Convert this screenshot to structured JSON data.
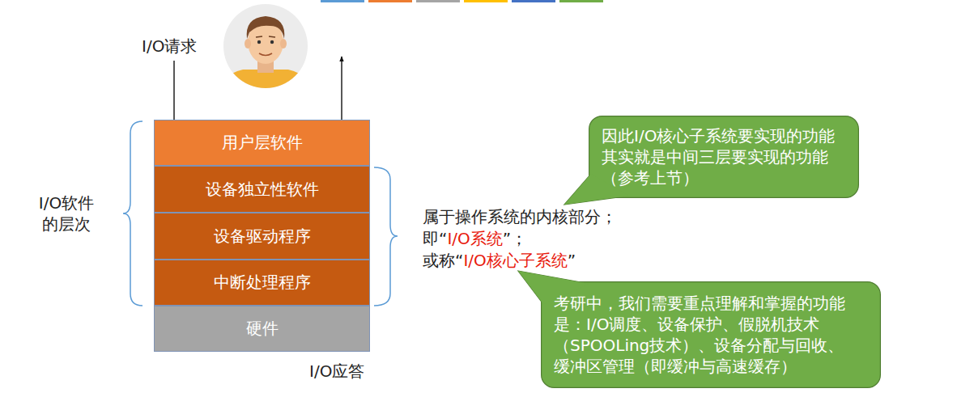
{
  "diagram": {
    "nodes": [
      {
        "text": [
          "用户层软件"
        ]
      },
      {
        "text": [
          "设备独立性软件"
        ]
      },
      {
        "text": [
          "设备驱动程序"
        ]
      },
      {
        "text": [
          "中断处理程序"
        ]
      },
      {
        "text": [
          "硬件"
        ]
      },
      {
        "text": [
          "因此I/O核心子系统要实现的功能其实就是中间三层要实现的功能（参考上节）"
        ]
      },
      {
        "text": [
          "考研中，我们需要重点理解和掌握的功能是：I/O调度、设备保护、假脱机技术（SPOOLing技术）、设备分配与回收、缓冲区管理（即缓冲与高速缓存）"
        ]
      }
    ],
    "labels": [
      "I/O请求",
      "I/O软件 的层次",
      "属于操作系统的内核部分；",
      "即“",
      "I/O系统",
      "”；",
      "或称“",
      "I/O核心子系统",
      "”",
      "I/O应答"
    ]
  }
}
